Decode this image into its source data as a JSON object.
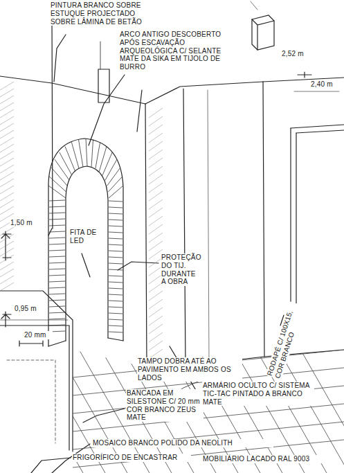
{
  "diagram": {
    "labels": [
      "PINTURA BRANCO SOBRE ESTUQUE PROJECTADO SOBRE LÂMINA DE BETÃO",
      "ARCO ANTIGO DESCOBERTO APÓS ESCAVAÇÃO ARQUEOLÓGICA C/ SELANTE MATE DA SIKA EM TIJOLO DE BURRO",
      "2,52 m",
      "2,40 m",
      "1,50 m",
      "FITA DE LED",
      "PROTEÇÃO DO TIJ. DURANTE A OBRA",
      "0,95 m",
      "20 mm",
      "TAMPO DOBRA ATÉ AO PAVIMENTO EM AMBOS OS LADOS",
      "RODAPÉ C/ 100X15, COR BRANCO",
      "BANCADA EM SILESTONE C/ 20 mm COR BRANCO ZEUS MATE",
      "ARMÁRIO OCULTO C/ SISTEMA TIC-TAC PINTADO A BRANCO MATE",
      "MOSAICO BRANCO POLIDO DA NEOLITH",
      "FRIGORÍFICO DE ENCASTRAR",
      "MOBILIÁRIO LACADO RAL 9003"
    ]
  }
}
